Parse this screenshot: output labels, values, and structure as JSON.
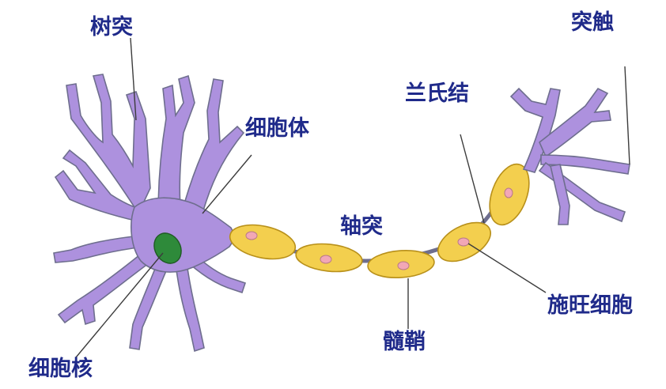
{
  "colors": {
    "label": "#1f2a8a",
    "neuron_fill": "#ad91de",
    "neuron_stroke": "#6e6e8e",
    "myelin_fill": "#f3cf4e",
    "node_fill": "#f2a7b6",
    "nucleus_fill": "#2e8a3a",
    "leader_line": "#3c3c3c"
  },
  "labels": {
    "dendrite": "树突",
    "cell_body": "细胞体",
    "axon": "轴突",
    "node_of_ranvier": "兰氏结",
    "synapse": "突触",
    "schwann_cell": "施旺细胞",
    "myelin_sheath": "髓鞘",
    "nucleus": "细胞核"
  }
}
